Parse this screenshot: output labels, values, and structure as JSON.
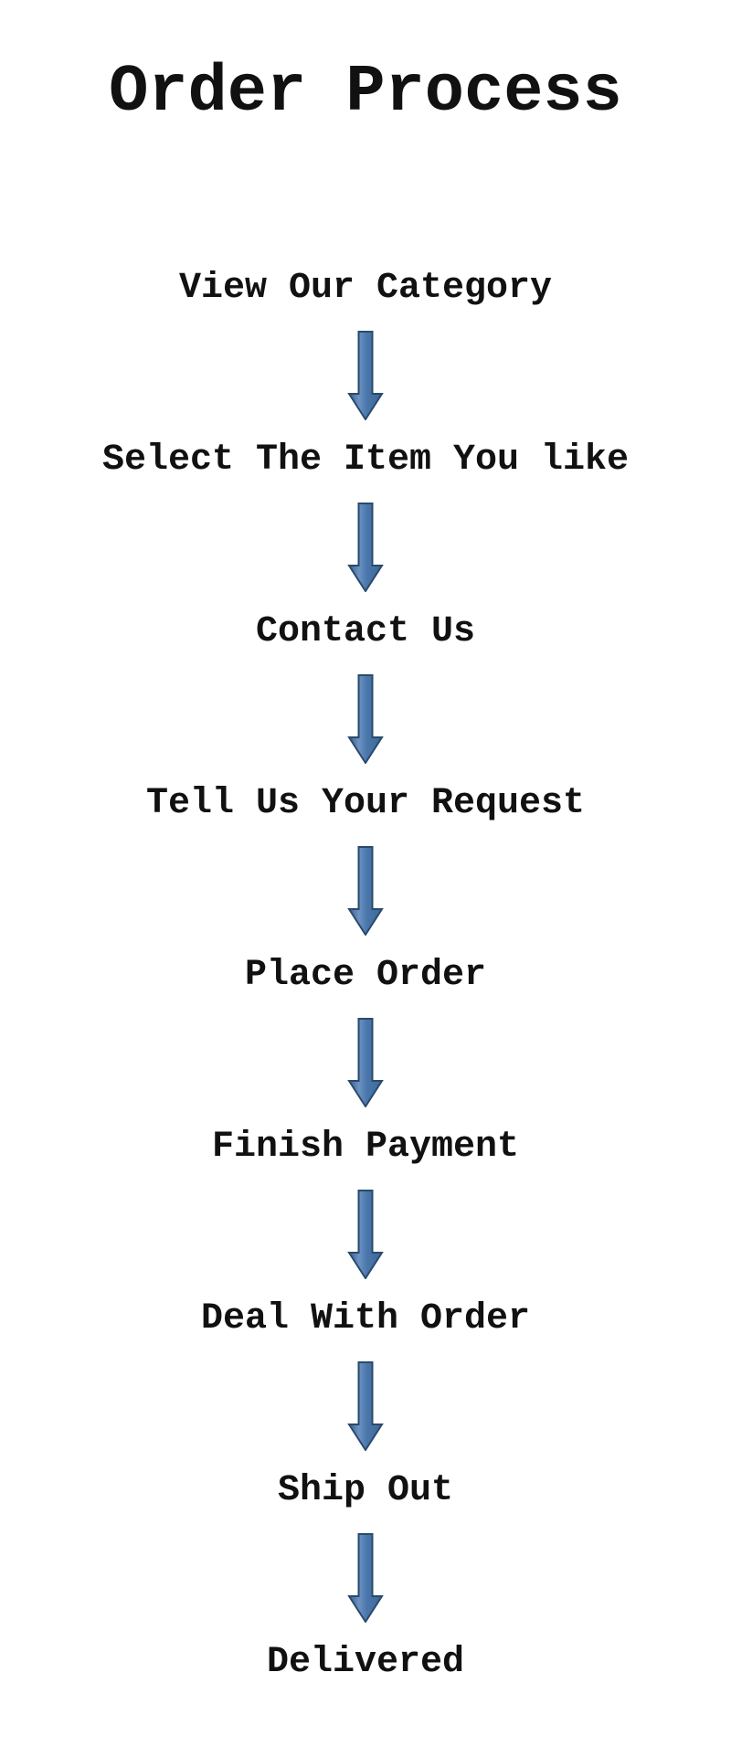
{
  "page": {
    "title": "Order Process"
  },
  "flow": {
    "steps": [
      "View Our Category",
      "Select The Item You like",
      "Contact Us",
      "Tell Us Your Request",
      "Place Order",
      "Finish Payment",
      "Deal With Order",
      "Ship Out",
      "Delivered"
    ]
  },
  "colors": {
    "background": "#ffffff",
    "text": "#111111",
    "arrow_border": "#2a4a6b",
    "arrow_edge_dark": "#39608c",
    "arrow_highlight": "#6b92c2",
    "arrow_fill": "#4a76ab",
    "arrow_shade": "#3d6898"
  }
}
